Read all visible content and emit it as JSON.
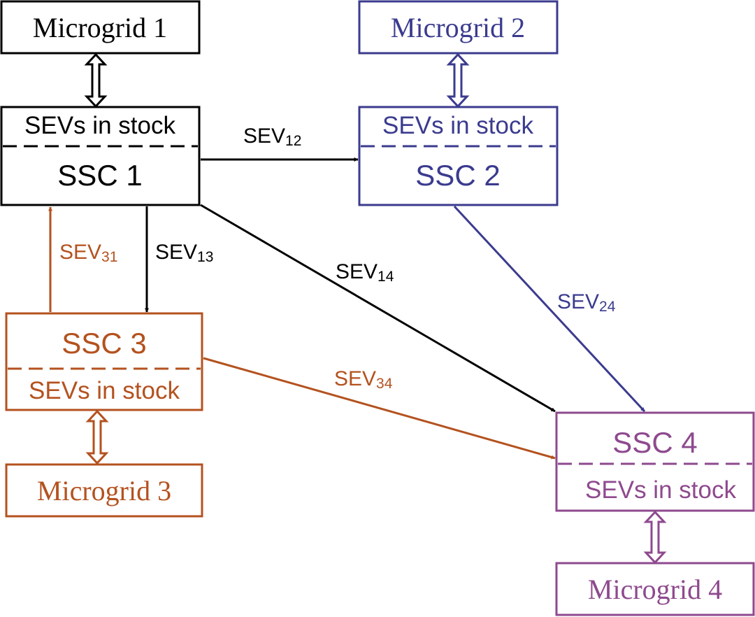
{
  "colors": {
    "black": "#000000",
    "blue": "#3b3b8f",
    "orange": "#b4521f",
    "purple": "#8e4a8e"
  },
  "nodes": {
    "microgrid1": "Microgrid 1",
    "microgrid2": "Microgrid 2",
    "microgrid3": "Microgrid 3",
    "microgrid4": "Microgrid 4",
    "ssc1": {
      "name": "SSC 1",
      "stock": "SEVs in stock"
    },
    "ssc2": {
      "name": "SSC 2",
      "stock": "SEVs in stock"
    },
    "ssc3": {
      "name": "SSC 3",
      "stock": "SEVs in stock"
    },
    "ssc4": {
      "name": "SSC 4",
      "stock": "SEVs in stock"
    }
  },
  "edges": {
    "sev12": {
      "base": "SEV",
      "sub": "12"
    },
    "sev13": {
      "base": "SEV",
      "sub": "13"
    },
    "sev14": {
      "base": "SEV",
      "sub": "14"
    },
    "sev24": {
      "base": "SEV",
      "sub": "24"
    },
    "sev31": {
      "base": "SEV",
      "sub": "31"
    },
    "sev34": {
      "base": "SEV",
      "sub": "34"
    }
  }
}
